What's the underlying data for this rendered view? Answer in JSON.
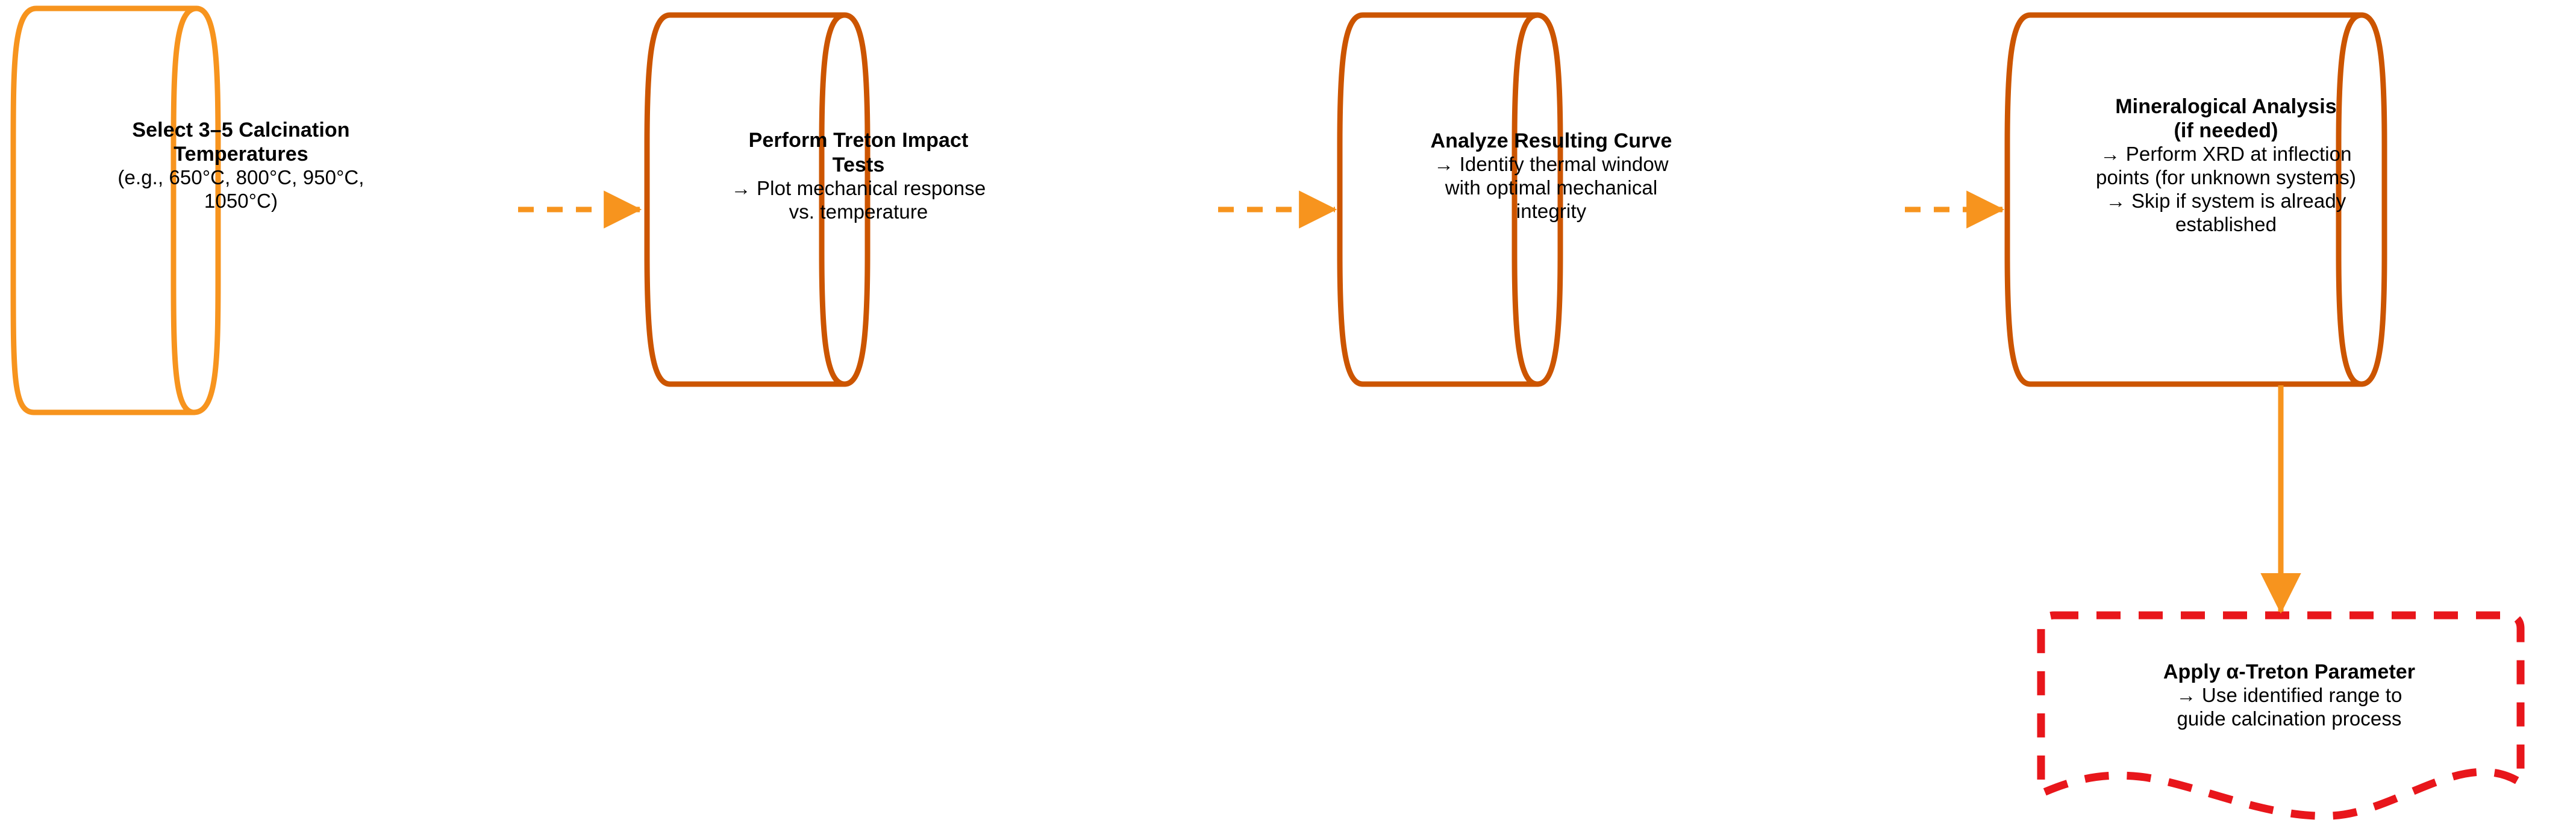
{
  "diagram": {
    "type": "process-flowchart",
    "orientation": "left-to-right with one downward branch",
    "background_color": "#ffffff",
    "colors": {
      "node_1_stroke": "#f7941e",
      "process_stroke": "#cc5500",
      "arrow": "#f7941e",
      "output_stroke": "#e8161b",
      "text": "#000000"
    },
    "nodes": [
      {
        "id": "select-temperatures",
        "shape": "cylinder",
        "stroke": "#f7941e",
        "title": "Select 3–5 Calcination",
        "title2": "Temperatures",
        "lines": [
          "(e.g., 650°C, 800°C, 950°C,",
          "1050°C)"
        ]
      },
      {
        "id": "perform-treton-impact-tests",
        "shape": "cylinder",
        "stroke": "#cc5500",
        "title": "Perform Treton Impact",
        "title2": "Tests",
        "lines": [
          "→ Plot mechanical response",
          "vs. temperature"
        ]
      },
      {
        "id": "analyze-resulting-curve",
        "shape": "cylinder",
        "stroke": "#cc5500",
        "title": "Analyze Resulting Curve",
        "title2": "",
        "lines": [
          "→ Identify thermal window",
          "with optimal mechanical",
          "integrity"
        ]
      },
      {
        "id": "mineralogical-analysis",
        "shape": "cylinder",
        "stroke": "#cc5500",
        "title": "Mineralogical Analysis",
        "title2": "(if needed)",
        "lines": [
          "→ Perform XRD at inflection",
          "points (for unknown systems)",
          "→ Skip if system is already",
          "established"
        ]
      },
      {
        "id": "apply-alpha-treton-parameter",
        "shape": "document-dashed",
        "stroke": "#e8161b",
        "title": "Apply α-Treton Parameter",
        "title2": "",
        "lines": [
          "→ Use identified range to",
          "guide calcination process"
        ]
      }
    ],
    "edges": [
      {
        "id": "edge-1-2",
        "from": "select-temperatures",
        "to": "perform-treton-impact-tests",
        "style": "dashed",
        "color": "#f7941e",
        "label": ""
      },
      {
        "id": "edge-2-3",
        "from": "perform-treton-impact-tests",
        "to": "analyze-resulting-curve",
        "style": "dashed",
        "color": "#f7941e",
        "label": ""
      },
      {
        "id": "edge-3-4",
        "from": "analyze-resulting-curve",
        "to": "mineralogical-analysis",
        "style": "dashed",
        "color": "#f7941e",
        "label": ""
      },
      {
        "id": "edge-4-5",
        "from": "mineralogical-analysis",
        "to": "apply-alpha-treton-parameter",
        "style": "solid",
        "color": "#f7941e",
        "label": ""
      }
    ]
  }
}
